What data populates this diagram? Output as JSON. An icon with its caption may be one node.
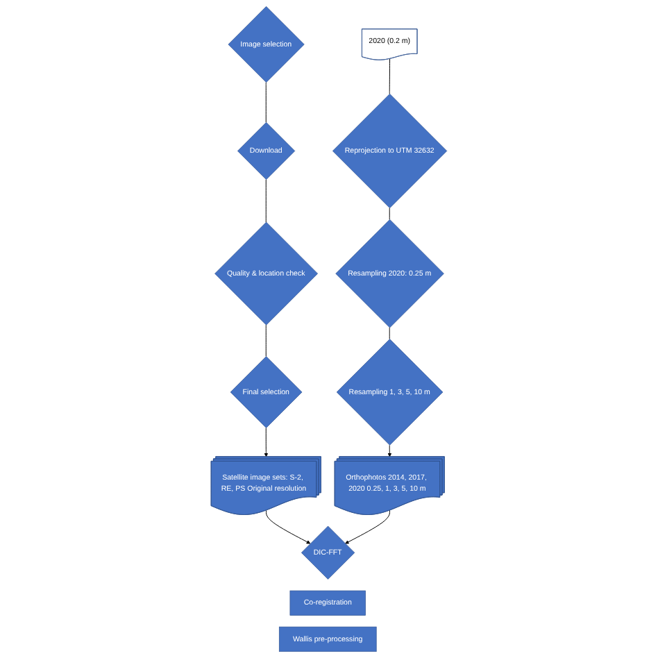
{
  "diagram": {
    "nodes": [
      {
        "text": [
          "Image selection"
        ]
      },
      {
        "text": [
          "Download"
        ]
      },
      {
        "text": [
          "Quality & location check"
        ]
      },
      {
        "text": [
          "Final selection"
        ]
      },
      {
        "text": [
          "Satellite image sets: S-2, RE, PS Original resolution"
        ]
      },
      {
        "text": [
          "2020 (0.2 m)"
        ]
      },
      {
        "text": [
          "Reprojection to UTM 32632"
        ]
      },
      {
        "text": [
          "Resampling 2020: 0.25 m"
        ]
      },
      {
        "text": [
          "Resampling 1, 3, 5, 10 m"
        ]
      },
      {
        "text": [
          "Orthophotos 2014, 2017, 2020 0.25, 1, 3, 5, 10 m"
        ]
      },
      {
        "text": [
          "DIC-FFT"
        ]
      },
      {
        "text": [
          "Co-registration"
        ]
      },
      {
        "text": [
          "Wallis pre-processing"
        ]
      }
    ],
    "edges": [
      {
        "from": 0,
        "to": 1,
        "arrow": "none"
      },
      {
        "from": 1,
        "to": 2,
        "arrow": "none"
      },
      {
        "from": 2,
        "to": 3,
        "arrow": "none"
      },
      {
        "from": 3,
        "to": 4,
        "arrow": "to"
      },
      {
        "from": 5,
        "to": 6,
        "arrow": "none"
      },
      {
        "from": 6,
        "to": 7,
        "arrow": "none"
      },
      {
        "from": 7,
        "to": 8,
        "arrow": "none"
      },
      {
        "from": 8,
        "to": 9,
        "arrow": "to"
      },
      {
        "from": 4,
        "to": 10,
        "arrow": "to"
      },
      {
        "from": 9,
        "to": 10,
        "arrow": "to"
      }
    ]
  }
}
